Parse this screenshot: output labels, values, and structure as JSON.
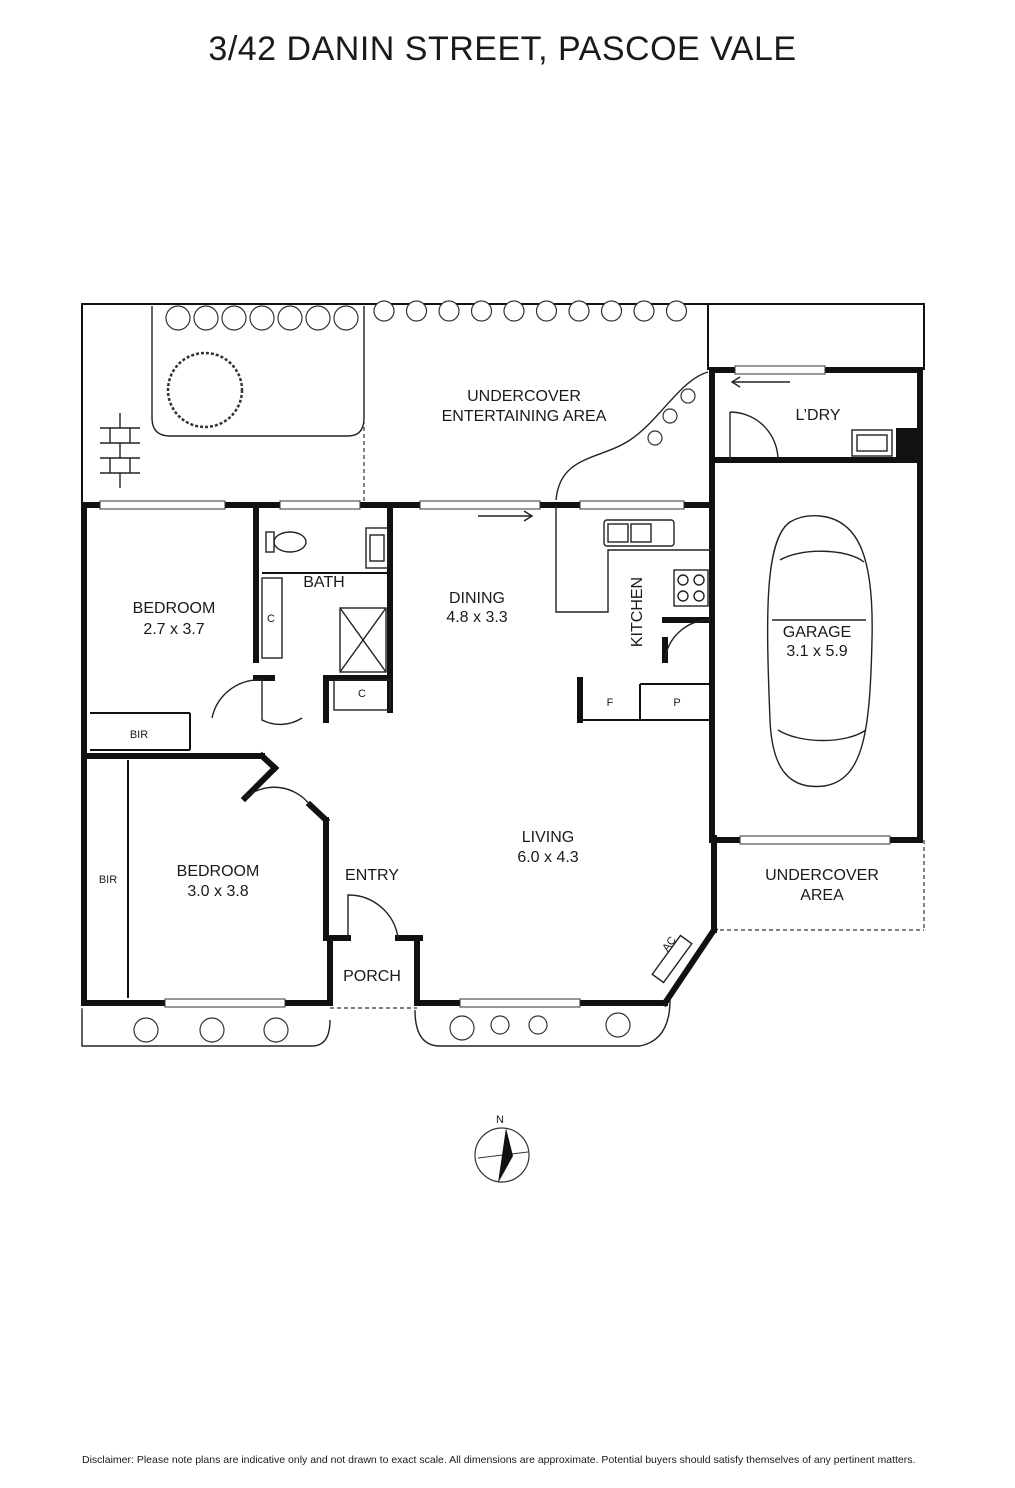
{
  "title": "3/42 DANIN STREET, PASCOE VALE",
  "rooms": {
    "undercover_entertaining_line1": "UNDERCOVER",
    "undercover_entertaining_line2": "ENTERTAINING AREA",
    "laundry": "L’DRY",
    "bath": "BATH",
    "bedroom1_name": "BEDROOM",
    "bedroom1_size": "2.7 x 3.7",
    "bir1": "BIR",
    "bedroom2_name": "BEDROOM",
    "bedroom2_size": "3.0 x 3.8",
    "bir2": "BIR",
    "dining_name": "DINING",
    "dining_size": "4.8 x 3.3",
    "kitchen": "KITCHEN",
    "garage_name": "GARAGE",
    "garage_size": "3.1 x 5.9",
    "living_name": "LIVING",
    "living_size": "6.0 x 4.3",
    "entry": "ENTRY",
    "porch": "PORCH",
    "undercover_area_line1": "UNDERCOVER",
    "undercover_area_line2": "AREA",
    "cupboard_bed": "C",
    "cupboard_bath": "C",
    "fridge": "F",
    "pantry": "P",
    "aircon": "AC"
  },
  "compass": {
    "north": "N"
  },
  "disclaimer": "Disclaimer: Please note plans are indicative only and not drawn to exact scale. All dimensions are approximate. Potential buyers should satisfy themselves of any pertinent matters."
}
